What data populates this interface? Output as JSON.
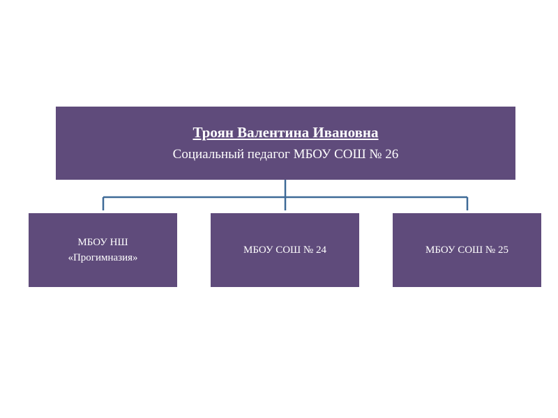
{
  "top_node": {
    "name": "Троян Валентина Ивановна",
    "role": "Социальный педагог МБОУ СОШ № 26"
  },
  "children": [
    {
      "line1": "МБОУ НШ",
      "line2": "«Прогимназия»"
    },
    {
      "line1": "МБОУ СОШ № 24"
    },
    {
      "line1": "МБОУ СОШ № 25"
    }
  ],
  "colors": {
    "box_fill": "#5f4b7b",
    "connector": "#3e6a97",
    "text": "#ffffff"
  }
}
